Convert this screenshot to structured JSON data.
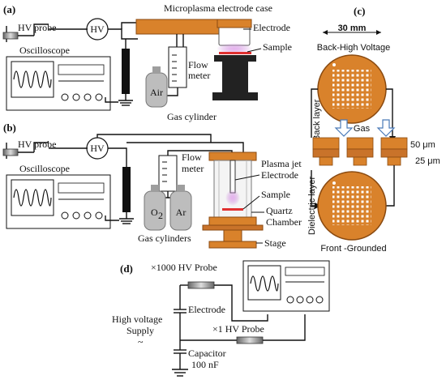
{
  "panels": {
    "a": {
      "tag": "(a)",
      "hv_probe": "HV probe",
      "hv": "HV",
      "oscilloscope": "Oscilloscope",
      "case": "Microplasma electrode case",
      "electrode": "Electrode",
      "sample": "Sample",
      "flow_meter_1": "Flow",
      "flow_meter_2": "meter",
      "air": "Air",
      "gas_cylinder": "Gas cylinder"
    },
    "b": {
      "tag": "(b)",
      "hv_probe": "HV probe",
      "hv": "HV",
      "oscilloscope": "Oscilloscope",
      "flow_meter_1": "Flow",
      "flow_meter_2": "meter",
      "plasma_jet": "Plasma jet",
      "electrode": "Electrode",
      "sample": "Sample",
      "quartz_1": "Quartz",
      "quartz_2": "Chamber",
      "o2": "O",
      "o2_sub": "2",
      "ar": "Ar",
      "gas_cylinders": "Gas cylinders",
      "stage": "Stage"
    },
    "c": {
      "tag": "(c)",
      "size": "30 mm",
      "back_high_voltage": "Back-High Voltage",
      "back_layer": "Back layer",
      "gas": "Gas",
      "dim_50": "50 μm",
      "dim_25": "25 μm",
      "dielectric_layer": "Dielectric layer",
      "front_grounded": "Front -Grounded"
    },
    "d": {
      "tag": "(d)",
      "probe_1000": "×1000 HV Probe",
      "electrode": "Electrode",
      "hv_supply_1": "High voltage",
      "hv_supply_2": "Supply",
      "tilde": "~",
      "probe_1": "×1 HV Probe",
      "capacitor_1": "Capacitor",
      "capacitor_2": "100 nF"
    }
  },
  "colors": {
    "copper": "#d9822b",
    "copper_dark": "#b8661a",
    "copper_light": "#f0a050",
    "plasma": "#c77dd8",
    "sample_red": "#e03030",
    "wave": "#111111"
  }
}
